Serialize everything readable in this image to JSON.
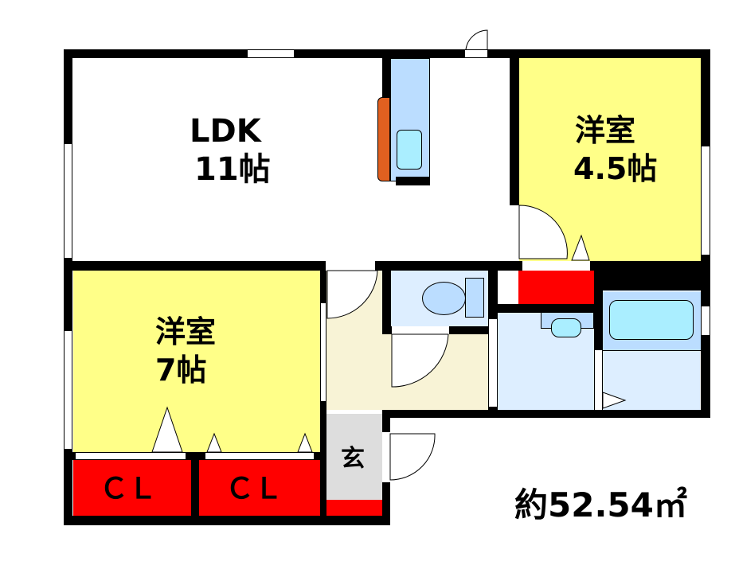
{
  "floorplan": {
    "total_area": "約52.54㎡",
    "colors": {
      "wall": "#000000",
      "bedroom": "#ffff88",
      "ldk": "#ffffff",
      "hall": "#f8f3d6",
      "closet": "#ff0000",
      "wet_area": "#ddeeff",
      "fixture": "#bbddff",
      "basin": "#aaeeff",
      "counter_edge": "#e06020",
      "genkan": "#dddddd"
    },
    "rooms": [
      {
        "id": "ldk",
        "name": "LDK",
        "size": "11帖"
      },
      {
        "id": "bedroom-45",
        "name": "洋室",
        "size": "4.5帖"
      },
      {
        "id": "bedroom-7",
        "name": "洋室",
        "size": "7帖"
      },
      {
        "id": "closet-1",
        "name": "ＣＬ"
      },
      {
        "id": "closet-2",
        "name": "ＣＬ"
      },
      {
        "id": "genkan",
        "name": "玄"
      }
    ]
  }
}
